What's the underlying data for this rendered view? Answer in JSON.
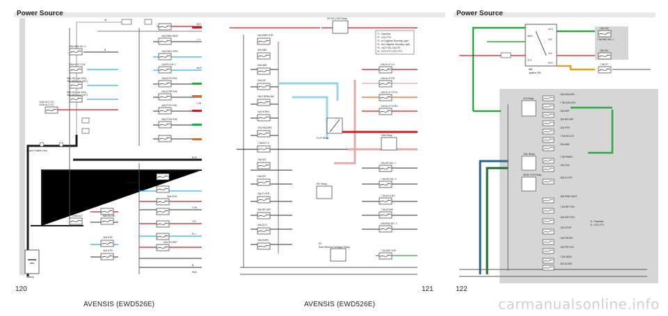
{
  "header": {
    "left_title": "Power Source",
    "right_title": "Power Source"
  },
  "pages": {
    "left": "120",
    "middle": "121",
    "right": "122"
  },
  "footer": {
    "left": "AVENSIS (EWD526E)",
    "middle": "AVENSIS (EWD526E)",
    "watermark": "carmanualsonline.info"
  },
  "left_panel": {
    "fuses": [
      "30A AM1 NO. 1",
      "30A H-LP CLN",
      "30A VSC (w/ VSC)",
      "40A ABS (w/o VSC)",
      "50A VSC (w/ VSC)",
      "40A ABS (w/o VSC)",
      "120A ALT (*2)",
      "100A ALT (*1)",
      "140A ALT",
      "50A GLOW",
      "40A HTR",
      "30A HTR",
      "30A AM1 NO. 1",
      "30A HTR",
      "30A CDS",
      "30A RR DEF"
    ],
    "right_fuses": [
      "30A PWR SEAT",
      "10A FUEL OPN",
      "10A ECU-B 1",
      "20A D-FR P/W",
      "20A D-RR P/W",
      "20A P-FR P/W",
      "20A P-RR P/W"
    ],
    "wire_codes": [
      "W",
      "B",
      "B-R",
      "L-Y",
      "W-R",
      "L-W",
      "B-W",
      "G-W",
      "Y-R",
      "R-L",
      "B",
      "W-B"
    ],
    "battery_label": "Battery",
    "fusible_label": "F. (w/o Fusible Link)"
  },
  "middle_panel": {
    "fuses": [
      "30A PWR HTR",
      "30A ABS",
      "20A AM2",
      "20A A/F",
      "10A TURN-HAZ",
      "10A HORN",
      "10A HAZARD",
      "7.5A ALT-S",
      "15A IG2",
      "20A EFI",
      "25A P-HTR",
      "30A RR DEF",
      "30A DCC",
      "25A EMPS"
    ],
    "right_fuses": [
      "10A H-LP LH",
      "10A H-LP RH",
      "10A H-LP HI LH",
      "10A H-LP HI RH",
      "10A EFI NO. 1",
      "7.5A EFI NO. 2",
      "7.5A ECU-B 2",
      "7.5A DOME",
      "10A RAD NO. 2",
      "7.5A DEF I/UP"
    ],
    "relays": [
      "FR DE-ICER Relay",
      "H-LP Relay",
      "DIM Relay",
      "EFI Relay",
      "Rear Window Defogger Relay"
    ],
    "relay_code": "R2",
    "notes": [
      "*1 : Gasoline",
      "*2 : 1CD-FTV",
      "*3 : w/ Daytime Running Light",
      "*4 : w/o Daytime Running Light",
      "*5 : 1AZ-FSE, 1AZ-FE",
      "*6 : 1CD-FTV, 2CD-FTV"
    ]
  },
  "right_panel": {
    "fuses_top": [
      "15A CIG",
      "7.5A RAD NO. 1",
      "15A IG1",
      "7.5A ST"
    ],
    "ig_switch": {
      "code": "I13",
      "name": "Ignition SW"
    },
    "terminals": [
      "ACC",
      "AM1",
      "IG1",
      "IG2",
      "ST1",
      "ST2"
    ],
    "relays": [
      "IG1 Relay",
      "TAIL Relay",
      "SEAT HTR Relay"
    ],
    "fuse_block": [
      "10A GAUGE1",
      "7.5A GAUGE2",
      "20A WIP",
      "20A RR WIP",
      "10A HTR",
      "7.5A ECU-IG",
      "20A AM1",
      "7.5A PANEL",
      "10A TAIL",
      "20A S-HTR",
      "30A PWR SEAT",
      "7.5A RR FOG",
      "20A D/R FOG",
      "10A STOP",
      "10A FRONT",
      "10A FR FOG",
      "7.5A OBD2",
      "20A DOOR"
    ],
    "notes": [
      "*1 : Gasoline",
      "*2 : 1CD-FTV"
    ]
  },
  "colors": {
    "black_wire": "#1b1b1b",
    "red": "#c81e1e",
    "pink": "#e8a7a7",
    "light_blue": "#9bd3e6",
    "blue": "#24b3e3",
    "green": "#2ca640",
    "dark_green": "#1e6a2c",
    "orange": "#e06a1a",
    "fuse_fill": "#2a9ed0",
    "shading": "#d6d6d6"
  }
}
